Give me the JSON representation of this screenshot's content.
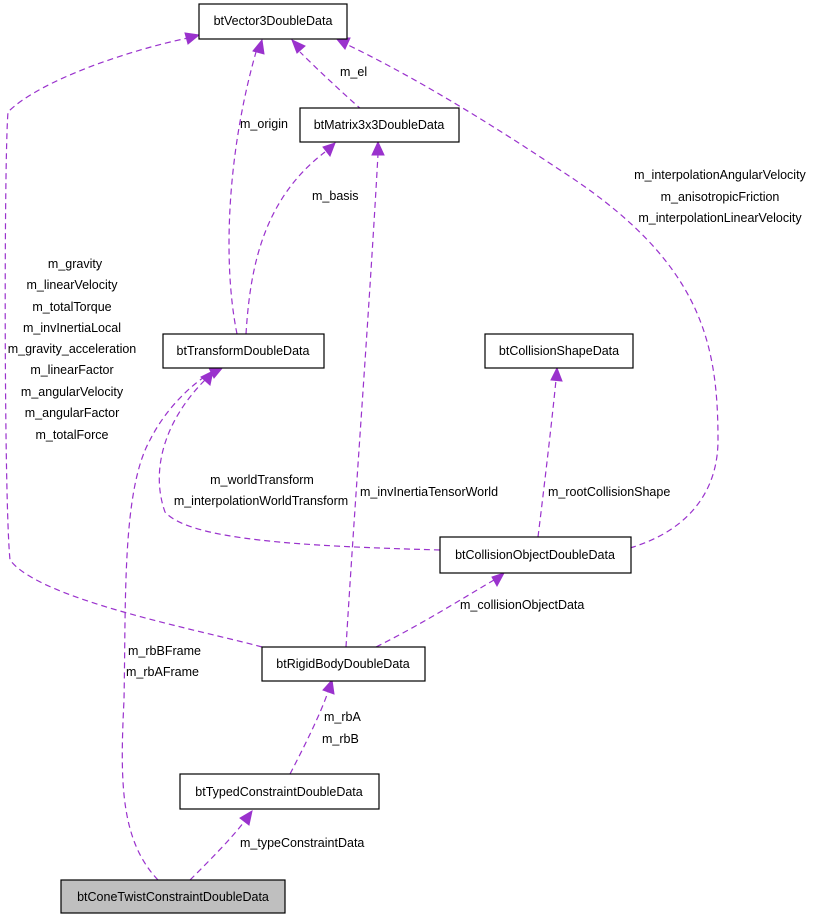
{
  "nodes": {
    "vector3": "btVector3DoubleData",
    "matrix3x3": "btMatrix3x3DoubleData",
    "transform": "btTransformDoubleData",
    "collision_shape": "btCollisionShapeData",
    "collision_object": "btCollisionObjectDoubleData",
    "rigid_body": "btRigidBodyDoubleData",
    "typed_constraint": "btTypedConstraintDoubleData",
    "cone_twist": "btConeTwistConstraintDoubleData"
  },
  "edges": {
    "matrix_to_vector": [
      "m_el"
    ],
    "transform_to_vector": [
      "m_origin"
    ],
    "transform_to_matrix": [
      "m_basis"
    ],
    "rigid_to_vector": [
      "m_gravity",
      "m_linearVelocity",
      "m_totalTorque",
      "m_invInertiaLocal",
      "m_gravity_acceleration",
      "m_linearFactor",
      "m_angularVelocity",
      "m_angularFactor",
      "m_totalForce"
    ],
    "collobj_to_vector": [
      "m_interpolationAngularVelocity",
      "m_anisotropicFriction",
      "m_interpolationLinearVelocity"
    ],
    "collobj_to_transform": [
      "m_worldTransform",
      "m_interpolationWorldTransform"
    ],
    "rigid_to_matrix": [
      "m_invInertiaTensorWorld"
    ],
    "collobj_to_shape": [
      "m_rootCollisionShape"
    ],
    "rigid_to_collobj": [
      "m_collisionObjectData"
    ],
    "cone_to_transform": [
      "m_rbBFrame",
      "m_rbAFrame"
    ],
    "typed_to_rigid": [
      "m_rbA",
      "m_rbB"
    ],
    "cone_to_typed": [
      "m_typeConstraintData"
    ]
  }
}
